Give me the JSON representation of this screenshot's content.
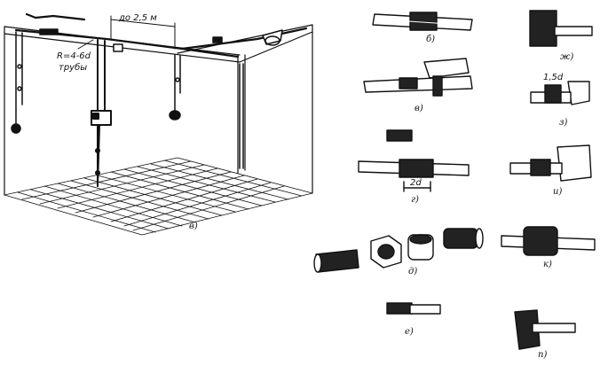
{
  "main_figure": {
    "label": "в)",
    "dimension": "до 2,5 м",
    "bend_note_line1": "R=4-6d",
    "bend_note_line2": "трубы"
  },
  "details": [
    {
      "id": "b",
      "label": "б)"
    },
    {
      "id": "v",
      "label": "в)"
    },
    {
      "id": "g",
      "label": "г)",
      "dimension": "2d"
    },
    {
      "id": "d",
      "label": "д)"
    },
    {
      "id": "e",
      "label": "е)"
    },
    {
      "id": "zh",
      "label": "ж)"
    },
    {
      "id": "z",
      "label": "з)",
      "dimension": "1,5d"
    },
    {
      "id": "i",
      "label": "и)"
    },
    {
      "id": "k",
      "label": "к)"
    },
    {
      "id": "p",
      "label": "п)"
    }
  ]
}
